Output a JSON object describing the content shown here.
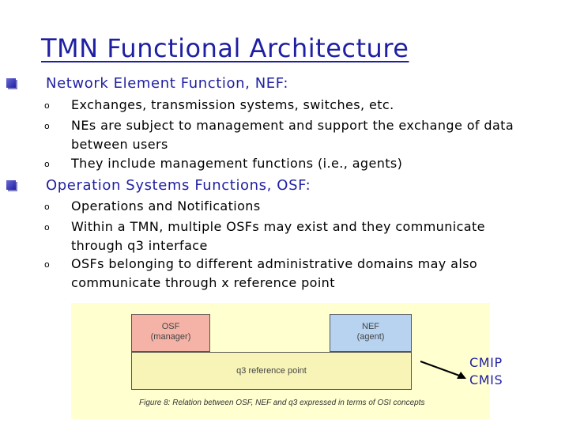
{
  "title": "TMN Functional Architecture",
  "sections": [
    {
      "heading": "Network Element Function, NEF:",
      "bullets": [
        [
          "Exchanges, transmission systems, switches, etc."
        ],
        [
          "NEs are subject to management and support the exchange of data",
          "between users"
        ],
        [
          "They include management functions (i.e., agents)"
        ]
      ]
    },
    {
      "heading": "Operation Systems Functions, OSF:",
      "bullets": [
        [
          "Operations and Notifications"
        ],
        [
          "Within a TMN, multiple OSFs may exist and they communicate",
          "through q3 interface"
        ],
        [
          "OSFs belonging to different administrative domains may also",
          "communicate through x reference point"
        ]
      ]
    }
  ],
  "figure": {
    "osf_box": {
      "line1": "OSF",
      "line2": "(manager)"
    },
    "nef_box": {
      "line1": "NEF",
      "line2": "(agent)"
    },
    "reference_label": "q3  reference  point",
    "caption": "Figure 8: Relation between OSF, NEF and q3 expressed in terms of OSI concepts"
  },
  "callout": {
    "line1": "CMIP",
    "line2": "CMIS"
  },
  "colors": {
    "title": "#1f1fa3",
    "osf": "#f4b3a6",
    "nef": "#b7d3f0",
    "figure_bg": "#ffffd0"
  }
}
